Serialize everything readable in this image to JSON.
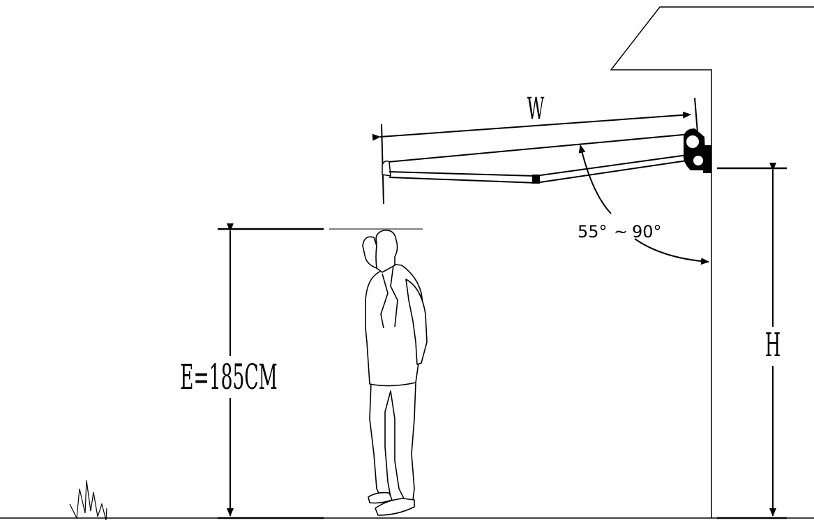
{
  "labels": {
    "width": "W",
    "height": "H",
    "head_clearance": "E=185CM",
    "angle_min": "55°",
    "angle_separator": "~",
    "angle_max": "90°"
  },
  "colors": {
    "line": "#000000",
    "background": "#ffffff"
  }
}
